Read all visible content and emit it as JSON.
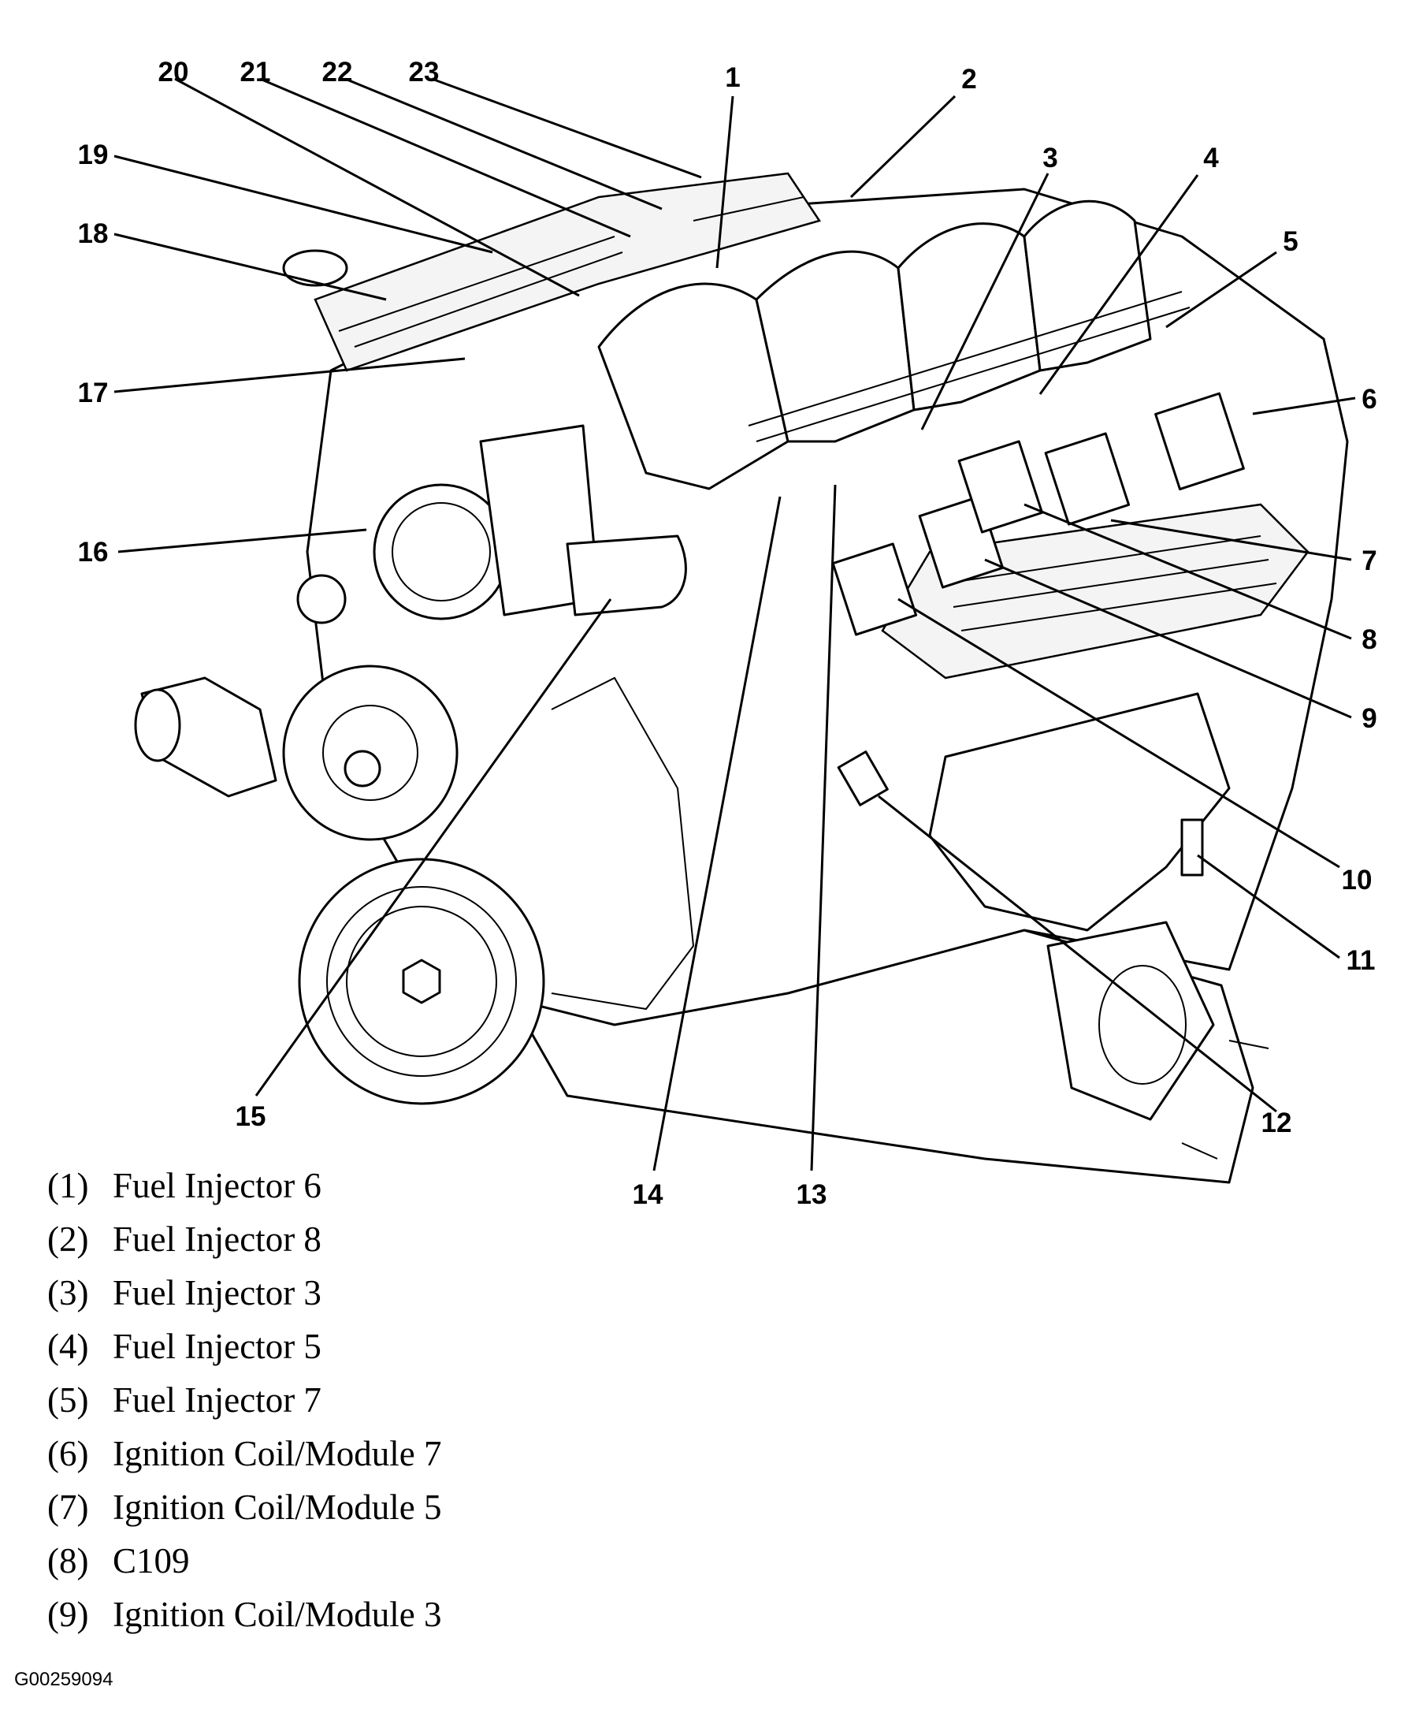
{
  "callouts": [
    {
      "n": "1"
    },
    {
      "n": "2"
    },
    {
      "n": "3"
    },
    {
      "n": "4"
    },
    {
      "n": "5"
    },
    {
      "n": "6"
    },
    {
      "n": "7"
    },
    {
      "n": "8"
    },
    {
      "n": "9"
    },
    {
      "n": "10"
    },
    {
      "n": "11"
    },
    {
      "n": "12"
    },
    {
      "n": "13"
    },
    {
      "n": "14"
    },
    {
      "n": "15"
    },
    {
      "n": "16"
    },
    {
      "n": "17"
    },
    {
      "n": "18"
    },
    {
      "n": "19"
    },
    {
      "n": "20"
    },
    {
      "n": "21"
    },
    {
      "n": "22"
    },
    {
      "n": "23"
    }
  ],
  "legend": [
    {
      "num": "(1)",
      "label": "Fuel Injector 6"
    },
    {
      "num": "(2)",
      "label": "Fuel Injector 8"
    },
    {
      "num": "(3)",
      "label": "Fuel Injector 3"
    },
    {
      "num": "(4)",
      "label": "Fuel Injector 5"
    },
    {
      "num": "(5)",
      "label": "Fuel Injector 7"
    },
    {
      "num": "(6)",
      "label": "Ignition Coil/Module 7"
    },
    {
      "num": "(7)",
      "label": "Ignition Coil/Module 5"
    },
    {
      "num": "(8)",
      "label": "C109"
    },
    {
      "num": "(9)",
      "label": "Ignition Coil/Module 3"
    }
  ],
  "figure_id": "G00259094"
}
